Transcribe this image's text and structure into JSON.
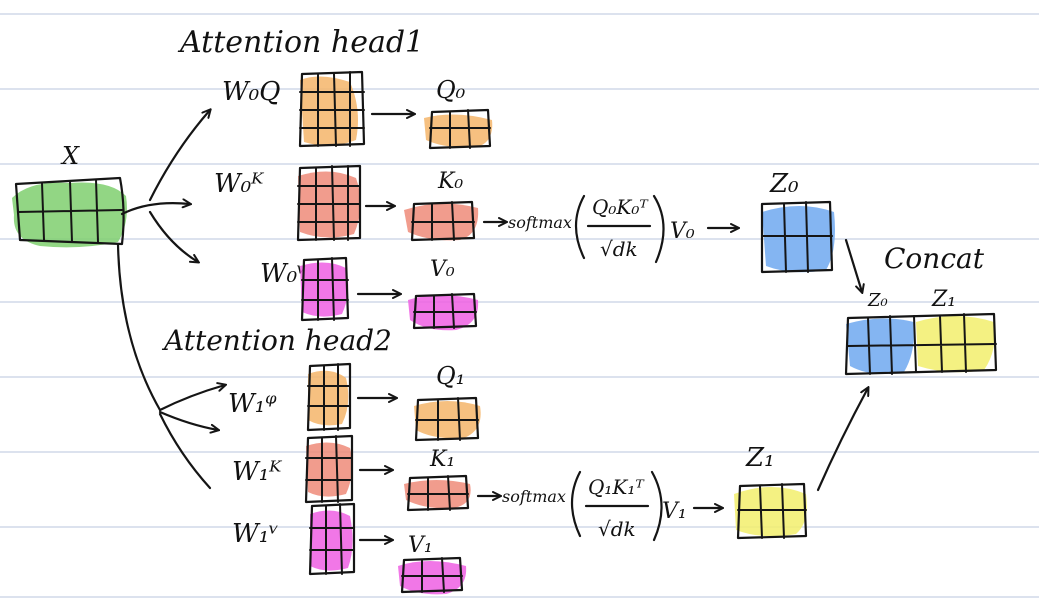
{
  "colors": {
    "x": "#7fcf6f",
    "query": "#f5b56a",
    "key": "#ee8b79",
    "value": "#ee5fe3",
    "z0": "#6fa8f0",
    "z1": "#f2ee6c",
    "ink": "#151515",
    "rule": "#b9c6dc"
  },
  "labels": {
    "input": "X",
    "head1": "Attention head1",
    "head2": "Attention head2",
    "w0q": "W₀Q",
    "w0k": "W₀ᴷ",
    "w0v": "W₀ᵛ",
    "q0": "Q₀",
    "k0": "K₀",
    "v0": "V₀",
    "softmax": "softmax",
    "num0": "Q₀K₀ᵀ",
    "den0": "√dk",
    "vmul0": "V₀",
    "z0": "Z₀",
    "w1q": "W₁ᵠ",
    "w1k": "W₁ᴷ",
    "w1v": "W₁ᵛ",
    "q1": "Q₁",
    "k1": "K₁",
    "v1": "V₁",
    "num1": "Q₁K₁ᵀ",
    "den1": "√dk",
    "vmul1": "V₁",
    "z1": "Z₁",
    "concat": "Concat",
    "concat_z0": "Z₀",
    "concat_z1": "Z₁"
  }
}
